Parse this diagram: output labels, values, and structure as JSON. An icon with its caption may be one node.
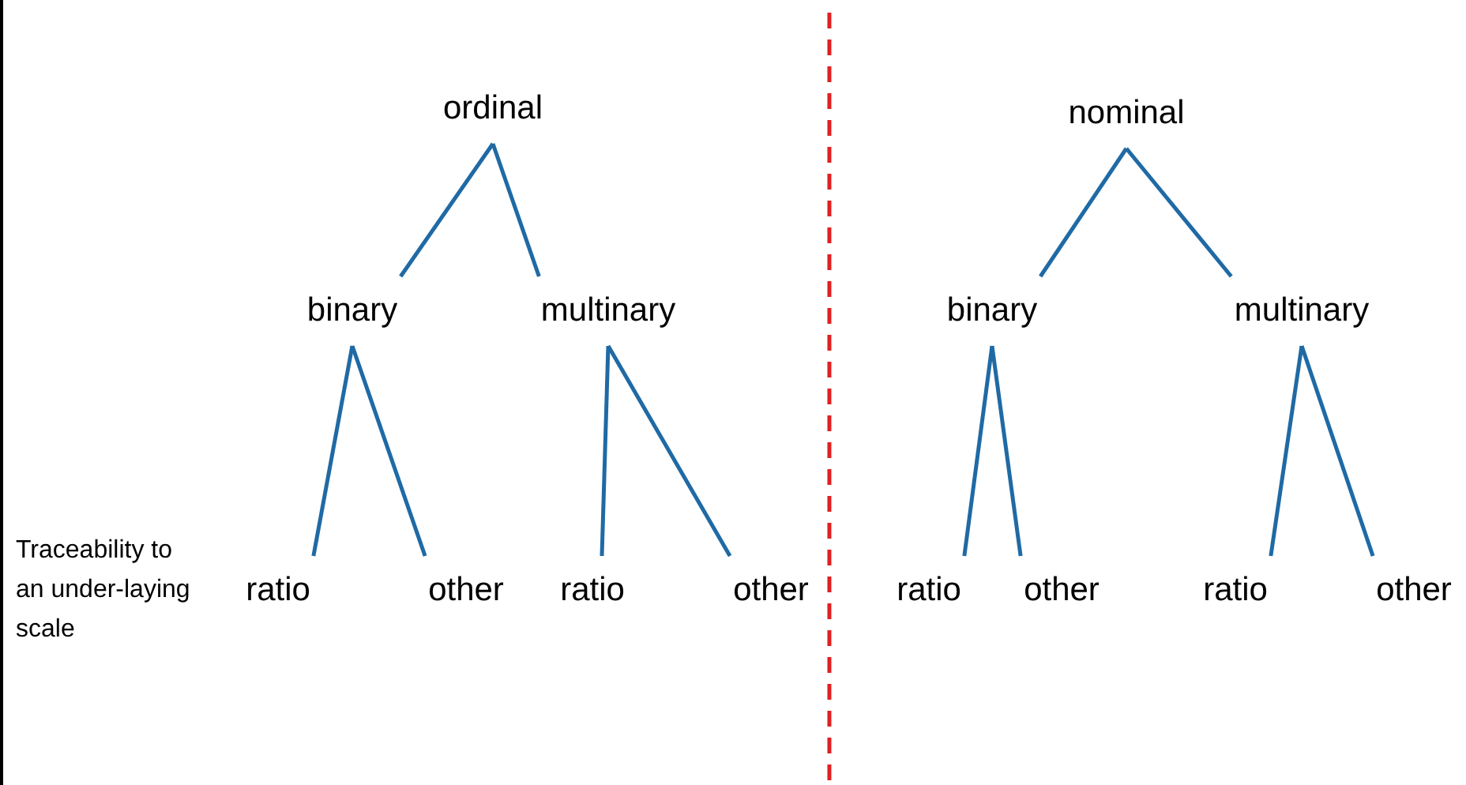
{
  "diagram": {
    "nodes": [
      {
        "text": [
          "ordinal"
        ]
      },
      {
        "text": [
          "binary"
        ]
      },
      {
        "text": [
          "multinary"
        ]
      },
      {
        "text": [
          "ratio"
        ]
      },
      {
        "text": [
          "other"
        ]
      },
      {
        "text": [
          "ratio"
        ]
      },
      {
        "text": [
          "other"
        ]
      },
      {
        "text": [
          "nominal"
        ]
      },
      {
        "text": [
          "binary"
        ]
      },
      {
        "text": [
          "multinary"
        ]
      },
      {
        "text": [
          "ratio"
        ]
      },
      {
        "text": [
          "other"
        ]
      },
      {
        "text": [
          "ratio"
        ]
      },
      {
        "text": [
          "other"
        ]
      }
    ],
    "edges": [
      {
        "from": 0,
        "to": 1,
        "arrow": "none"
      },
      {
        "from": 0,
        "to": 2,
        "arrow": "none"
      },
      {
        "from": 1,
        "to": 3,
        "arrow": "none"
      },
      {
        "from": 1,
        "to": 4,
        "arrow": "none"
      },
      {
        "from": 2,
        "to": 5,
        "arrow": "none"
      },
      {
        "from": 2,
        "to": 6,
        "arrow": "none"
      },
      {
        "from": 7,
        "to": 8,
        "arrow": "none"
      },
      {
        "from": 7,
        "to": 9,
        "arrow": "none"
      },
      {
        "from": 8,
        "to": 10,
        "arrow": "none"
      },
      {
        "from": 8,
        "to": 11,
        "arrow": "none"
      },
      {
        "from": 9,
        "to": 12,
        "arrow": "none"
      },
      {
        "from": 9,
        "to": 13,
        "arrow": "none"
      }
    ],
    "labels": [
      "Traceability to an under-laying scale"
    ]
  }
}
